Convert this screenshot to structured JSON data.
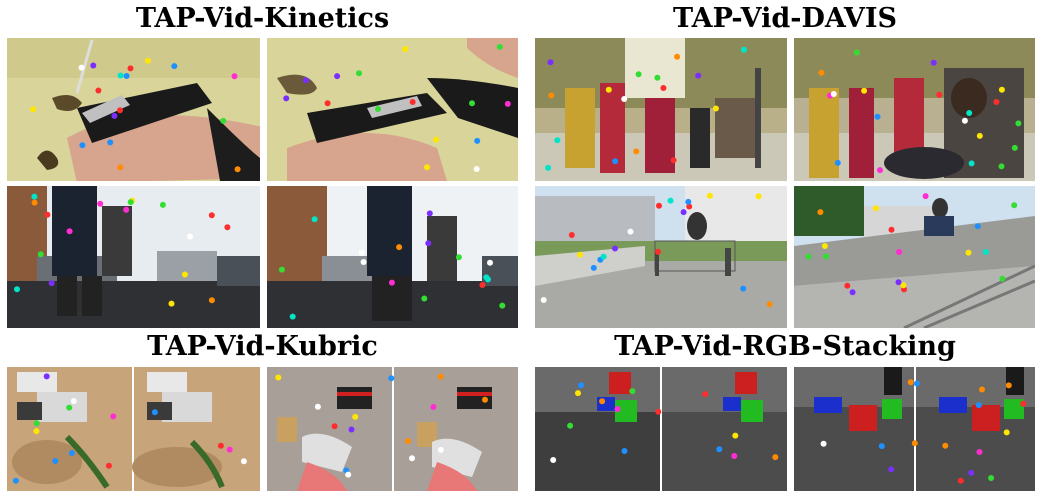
{
  "sections": {
    "kinetics": {
      "title": "TAP-Vid-Kinetics"
    },
    "davis": {
      "title": "TAP-Vid-DAVIS"
    },
    "kubric": {
      "title": "TAP-Vid-Kubric"
    },
    "rgb_stacking": {
      "title": "TAP-Vid-RGB-Stacking"
    }
  },
  "point_colors": [
    "#ff2d2d",
    "#ff8c00",
    "#ffe600",
    "#33dd33",
    "#00e5c8",
    "#1e90ff",
    "#7b2fff",
    "#ff2dd2",
    "#ffffff"
  ]
}
